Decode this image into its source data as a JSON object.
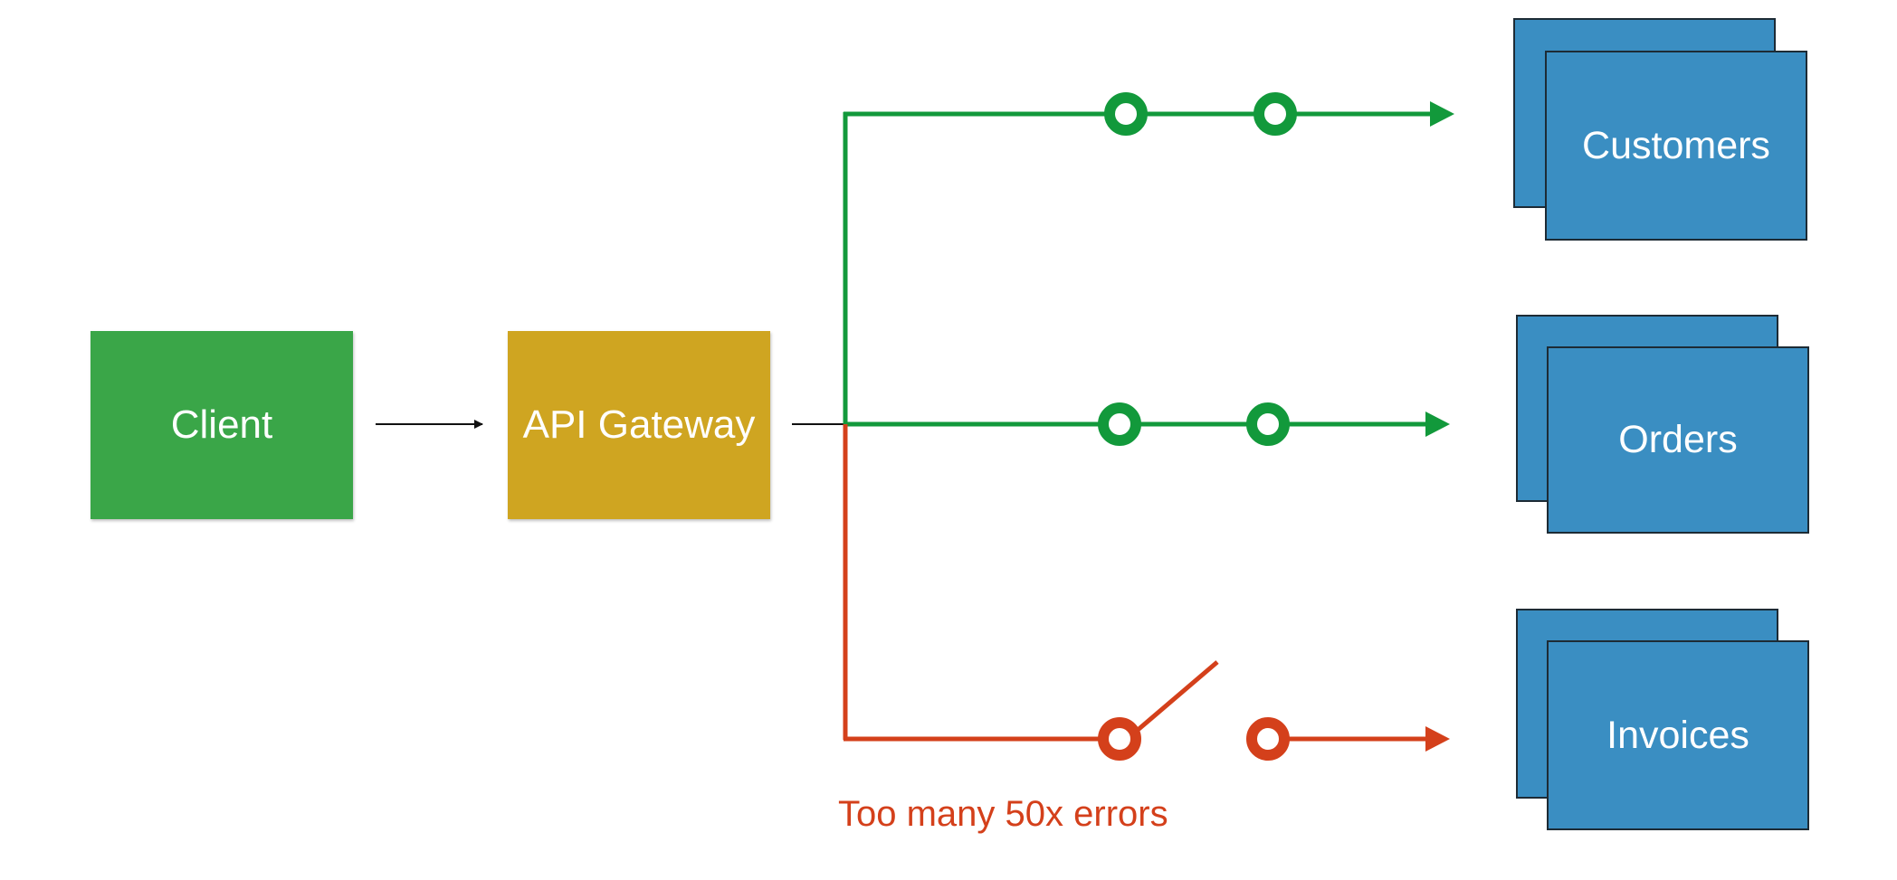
{
  "colors": {
    "client": "#3aa648",
    "gateway": "#cfa521",
    "service": "#3a8ec2",
    "ok_line": "#12993b",
    "error_line": "#d4401b"
  },
  "nodes": {
    "client": {
      "label": "Client"
    },
    "gateway": {
      "label": "API Gateway"
    },
    "services": [
      {
        "label": "Customers",
        "breaker": "closed"
      },
      {
        "label": "Orders",
        "breaker": "closed"
      },
      {
        "label": "Invoices",
        "breaker": "open"
      }
    ]
  },
  "annotation": {
    "error_label": "Too many 50x errors"
  }
}
